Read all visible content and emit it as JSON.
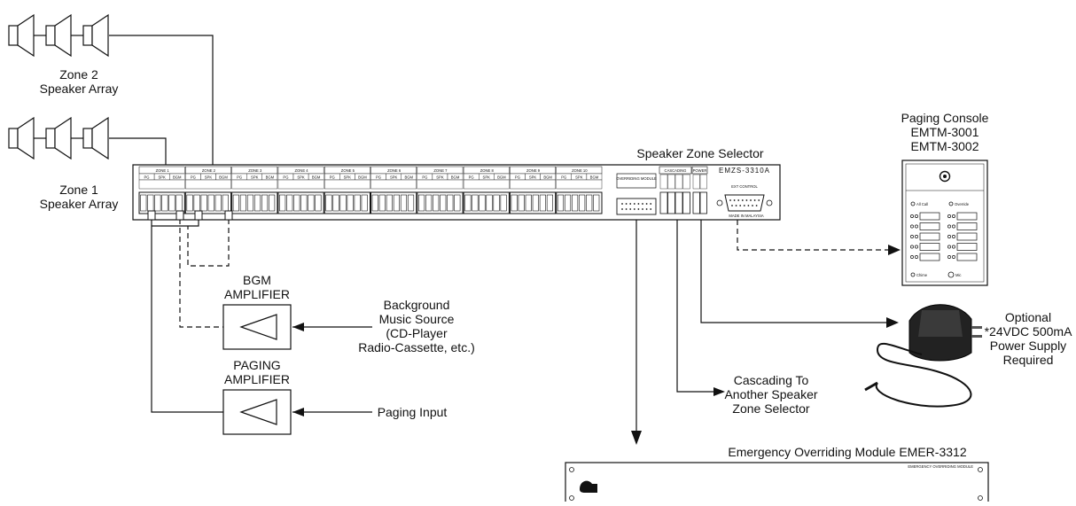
{
  "zones": {
    "zone2_label": [
      "Zone 2",
      "Speaker Array"
    ],
    "zone1_label": [
      "Zone 1",
      "Speaker Array"
    ]
  },
  "selector": {
    "title": "Speaker Zone Selector",
    "model": "EMZS-3310A",
    "zone_headers": [
      "ZONE 1",
      "ZONE 2",
      "ZONE 3",
      "ZONE 4",
      "ZONE 5",
      "ZONE 6",
      "ZONE 7",
      "ZONE 8",
      "ZONE 9",
      "ZONE 10"
    ],
    "sub_headers": [
      "PG",
      "SPK",
      "BGM"
    ],
    "overriding_label": "OVERRIDING MODULE",
    "cascading_label": "CASCADING",
    "power_label": "POWER",
    "ext_control_label": "EXT CONTROL",
    "made_in": "MADE IN MALAYSIA"
  },
  "console": {
    "title": [
      "Paging Console",
      "EMTM-3001",
      "EMTM-3002"
    ],
    "btn_all_call": "All Call",
    "btn_override": "Override",
    "btn_chime": "Chime",
    "btn_mic": "Mic"
  },
  "bgm": {
    "label": [
      "BGM",
      "AMPLIFIER"
    ],
    "source": [
      "Background",
      "Music Source",
      "(CD-Player",
      "Radio-Cassette, etc.)"
    ]
  },
  "paging": {
    "label": [
      "PAGING",
      "AMPLIFIER"
    ],
    "input": "Paging Input"
  },
  "power": {
    "label": [
      "Optional",
      "*24VDC 500mA",
      "Power Supply",
      "Required"
    ]
  },
  "cascade": {
    "label": [
      "Cascading To",
      "Another Speaker",
      "Zone Selector"
    ]
  },
  "emergency": {
    "title": "Emergency Overriding Module EMER-3312",
    "panel_text": "EMERGENCY OVERRIDING MODULE"
  }
}
